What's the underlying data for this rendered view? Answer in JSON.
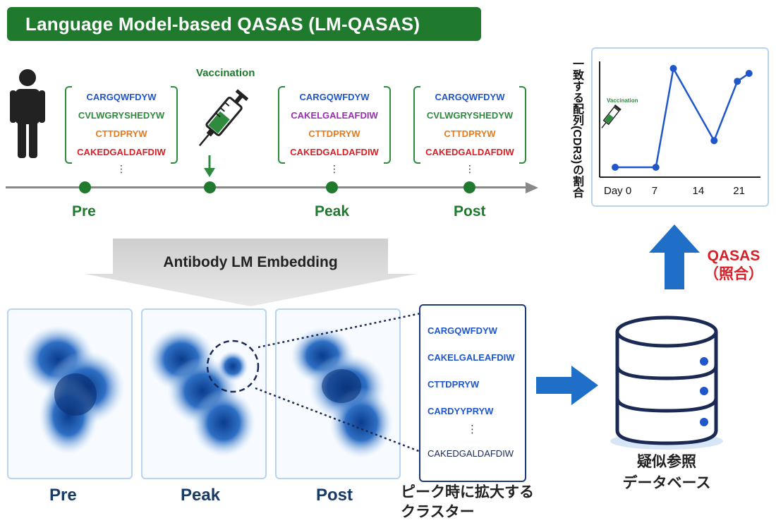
{
  "title": "Language Model-based QASAS (LM-QASAS)",
  "timeline": {
    "points": [
      {
        "label": "Pre",
        "sequences": [
          {
            "text": "CARGQWFDYW",
            "color": "#1f56c9"
          },
          {
            "text": "CVLWGRYSHEDYW",
            "color": "#2e8b3e"
          },
          {
            "text": "CTTDPRYW",
            "color": "#e87a1e"
          },
          {
            "text": "CAKEDGALDAFDIW",
            "color": "#d81f26"
          }
        ]
      },
      {
        "label": "Peak",
        "sequences": [
          {
            "text": "CARGQWFDYW",
            "color": "#1f56c9"
          },
          {
            "text": "CAKELGALEAFDIW",
            "color": "#9a2fb3"
          },
          {
            "text": "CTTDPRYW",
            "color": "#e87a1e"
          },
          {
            "text": "CAKEDGALDAFDIW",
            "color": "#d81f26"
          }
        ]
      },
      {
        "label": "Post",
        "sequences": [
          {
            "text": "CARGQWFDYW",
            "color": "#1f56c9"
          },
          {
            "text": "CVLWGRYSHEDYW",
            "color": "#2e8b3e"
          },
          {
            "text": "CTTDPRYW",
            "color": "#e87a1e"
          },
          {
            "text": "CAKEDGALDAFDIW",
            "color": "#d81f26"
          }
        ]
      }
    ],
    "vaccination_label": "Vaccination",
    "ellipsis": "⋮"
  },
  "embedding": {
    "banner": "Antibody LM Embedding",
    "panels": [
      "Pre",
      "Peak",
      "Post"
    ]
  },
  "cluster": {
    "sequences": [
      "CARGQWFDYW",
      "CAKELGALEAFDIW",
      "CTTDPRYW",
      "CARDYYPRYW",
      "CAKEDGALDAFDIW"
    ],
    "ellipsis": "⋮",
    "caption_line1": "ピーク時に拡大する",
    "caption_line2": "クラスター"
  },
  "database": {
    "caption_line1": "疑似参照",
    "caption_line2": "データベース"
  },
  "qasas": {
    "line1": "QASAS",
    "line2": "（照合）"
  },
  "chart_data": {
    "type": "line",
    "ylabel": "一致する配列(CDR3)の割合",
    "xlabel": "",
    "x_tick_labels": [
      "Day 0",
      "7",
      "14",
      "21"
    ],
    "x": [
      0,
      7,
      10,
      17,
      21,
      23
    ],
    "series": [
      {
        "values": [
          0.0,
          0.0,
          1.0,
          0.27,
          0.87,
          0.95
        ]
      }
    ],
    "ylim": [
      0,
      1
    ],
    "annotation": "Vaccination",
    "color": "#1f56c9"
  },
  "colors": {
    "green": "#1f7a2e",
    "blue": "#1f56c9",
    "red": "#d81f26"
  }
}
